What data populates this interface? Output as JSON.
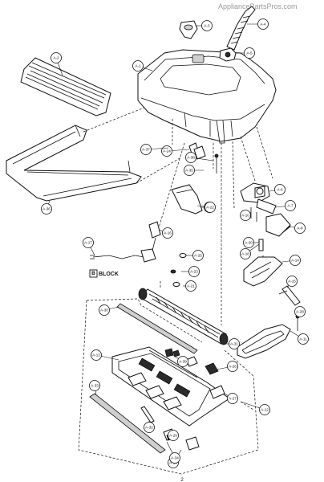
{
  "watermark": "AppliancePartsPros.com",
  "block_label": {
    "letter": "B",
    "text": "BLOCK"
  },
  "callouts": [
    {
      "id": "a1",
      "label": "A-1"
    },
    {
      "id": "a2",
      "label": "A-2"
    },
    {
      "id": "a3",
      "label": "A-3"
    },
    {
      "id": "a4",
      "label": "A-4"
    },
    {
      "id": "a5",
      "label": "A-5"
    },
    {
      "id": "a6",
      "label": "A-6"
    },
    {
      "id": "a7",
      "label": "A-7"
    },
    {
      "id": "a8",
      "label": "A-8"
    },
    {
      "id": "a9",
      "label": "A-9"
    },
    {
      "id": "a10",
      "label": "A-10"
    },
    {
      "id": "a11",
      "label": "A-11"
    },
    {
      "id": "a12",
      "label": "A-12"
    },
    {
      "id": "a13",
      "label": "A-13"
    },
    {
      "id": "a14",
      "label": "A-14"
    },
    {
      "id": "a15",
      "label": "A-15"
    },
    {
      "id": "a16",
      "label": "A-16"
    },
    {
      "id": "a17",
      "label": "A-17"
    },
    {
      "id": "a18",
      "label": "A-18"
    },
    {
      "id": "a19",
      "label": "A-19"
    },
    {
      "id": "a20",
      "label": "A-20"
    },
    {
      "id": "a21",
      "label": "A-21"
    },
    {
      "id": "a22",
      "label": "A-22"
    },
    {
      "id": "a23",
      "label": "A-23"
    },
    {
      "id": "a24",
      "label": "A-24"
    },
    {
      "id": "a25",
      "label": "A-25"
    },
    {
      "id": "a26",
      "label": "A-26"
    },
    {
      "id": "a27",
      "label": "A-27"
    },
    {
      "id": "a28",
      "label": "A-28"
    },
    {
      "id": "a29",
      "label": "A-29"
    },
    {
      "id": "a30",
      "label": "A-30"
    },
    {
      "id": "a31",
      "label": "A-31"
    },
    {
      "id": "a32",
      "label": "A-32"
    },
    {
      "id": "a33",
      "label": "A-33"
    },
    {
      "id": "a34",
      "label": "A-34"
    },
    {
      "id": "a35",
      "label": "A-35"
    },
    {
      "id": "a36",
      "label": "A-36"
    },
    {
      "id": "a37",
      "label": "A-37"
    },
    {
      "id": "a38",
      "label": "A-38"
    },
    {
      "id": "a39",
      "label": "A-39"
    }
  ],
  "page_marker": "2"
}
